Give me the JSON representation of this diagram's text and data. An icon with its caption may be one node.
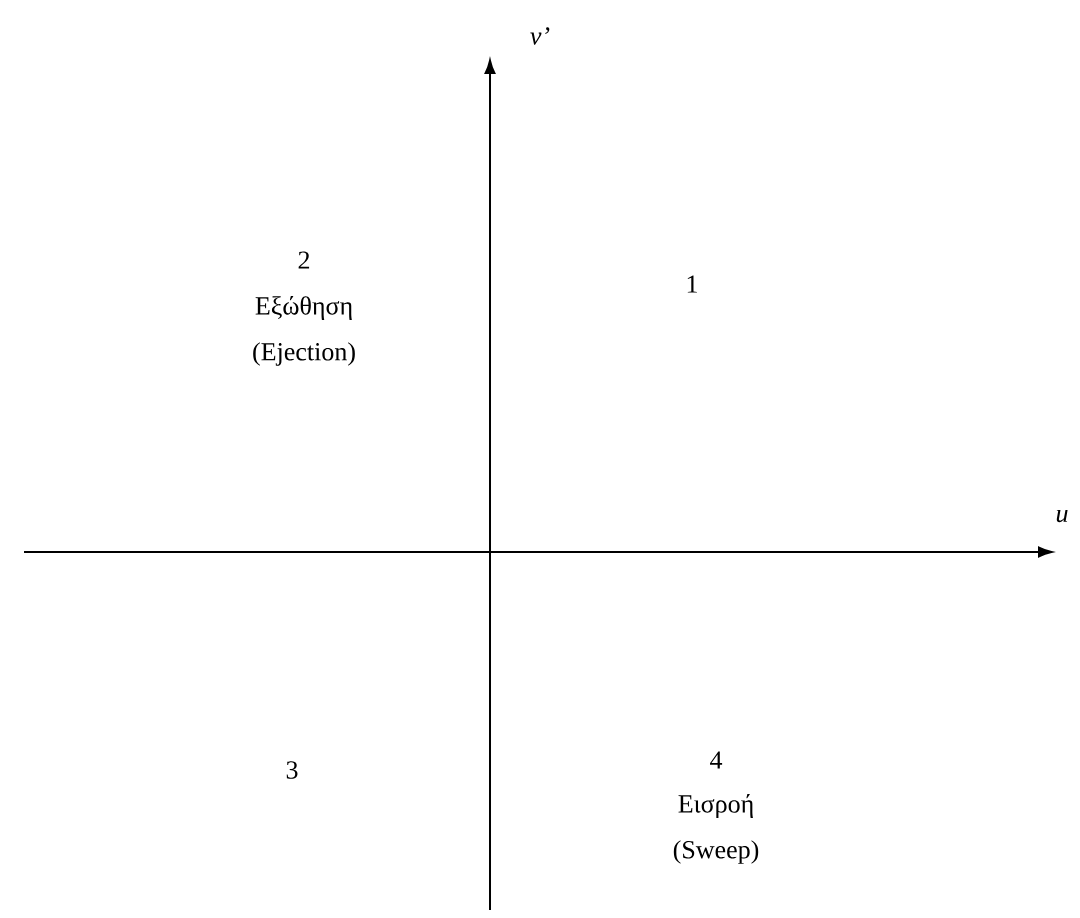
{
  "diagram": {
    "labels": [
      "v’",
      "u",
      "2",
      "Εξώθηση",
      "(Ejection)",
      "1",
      "3",
      "4",
      "Εισροή",
      "(Sweep)"
    ]
  }
}
